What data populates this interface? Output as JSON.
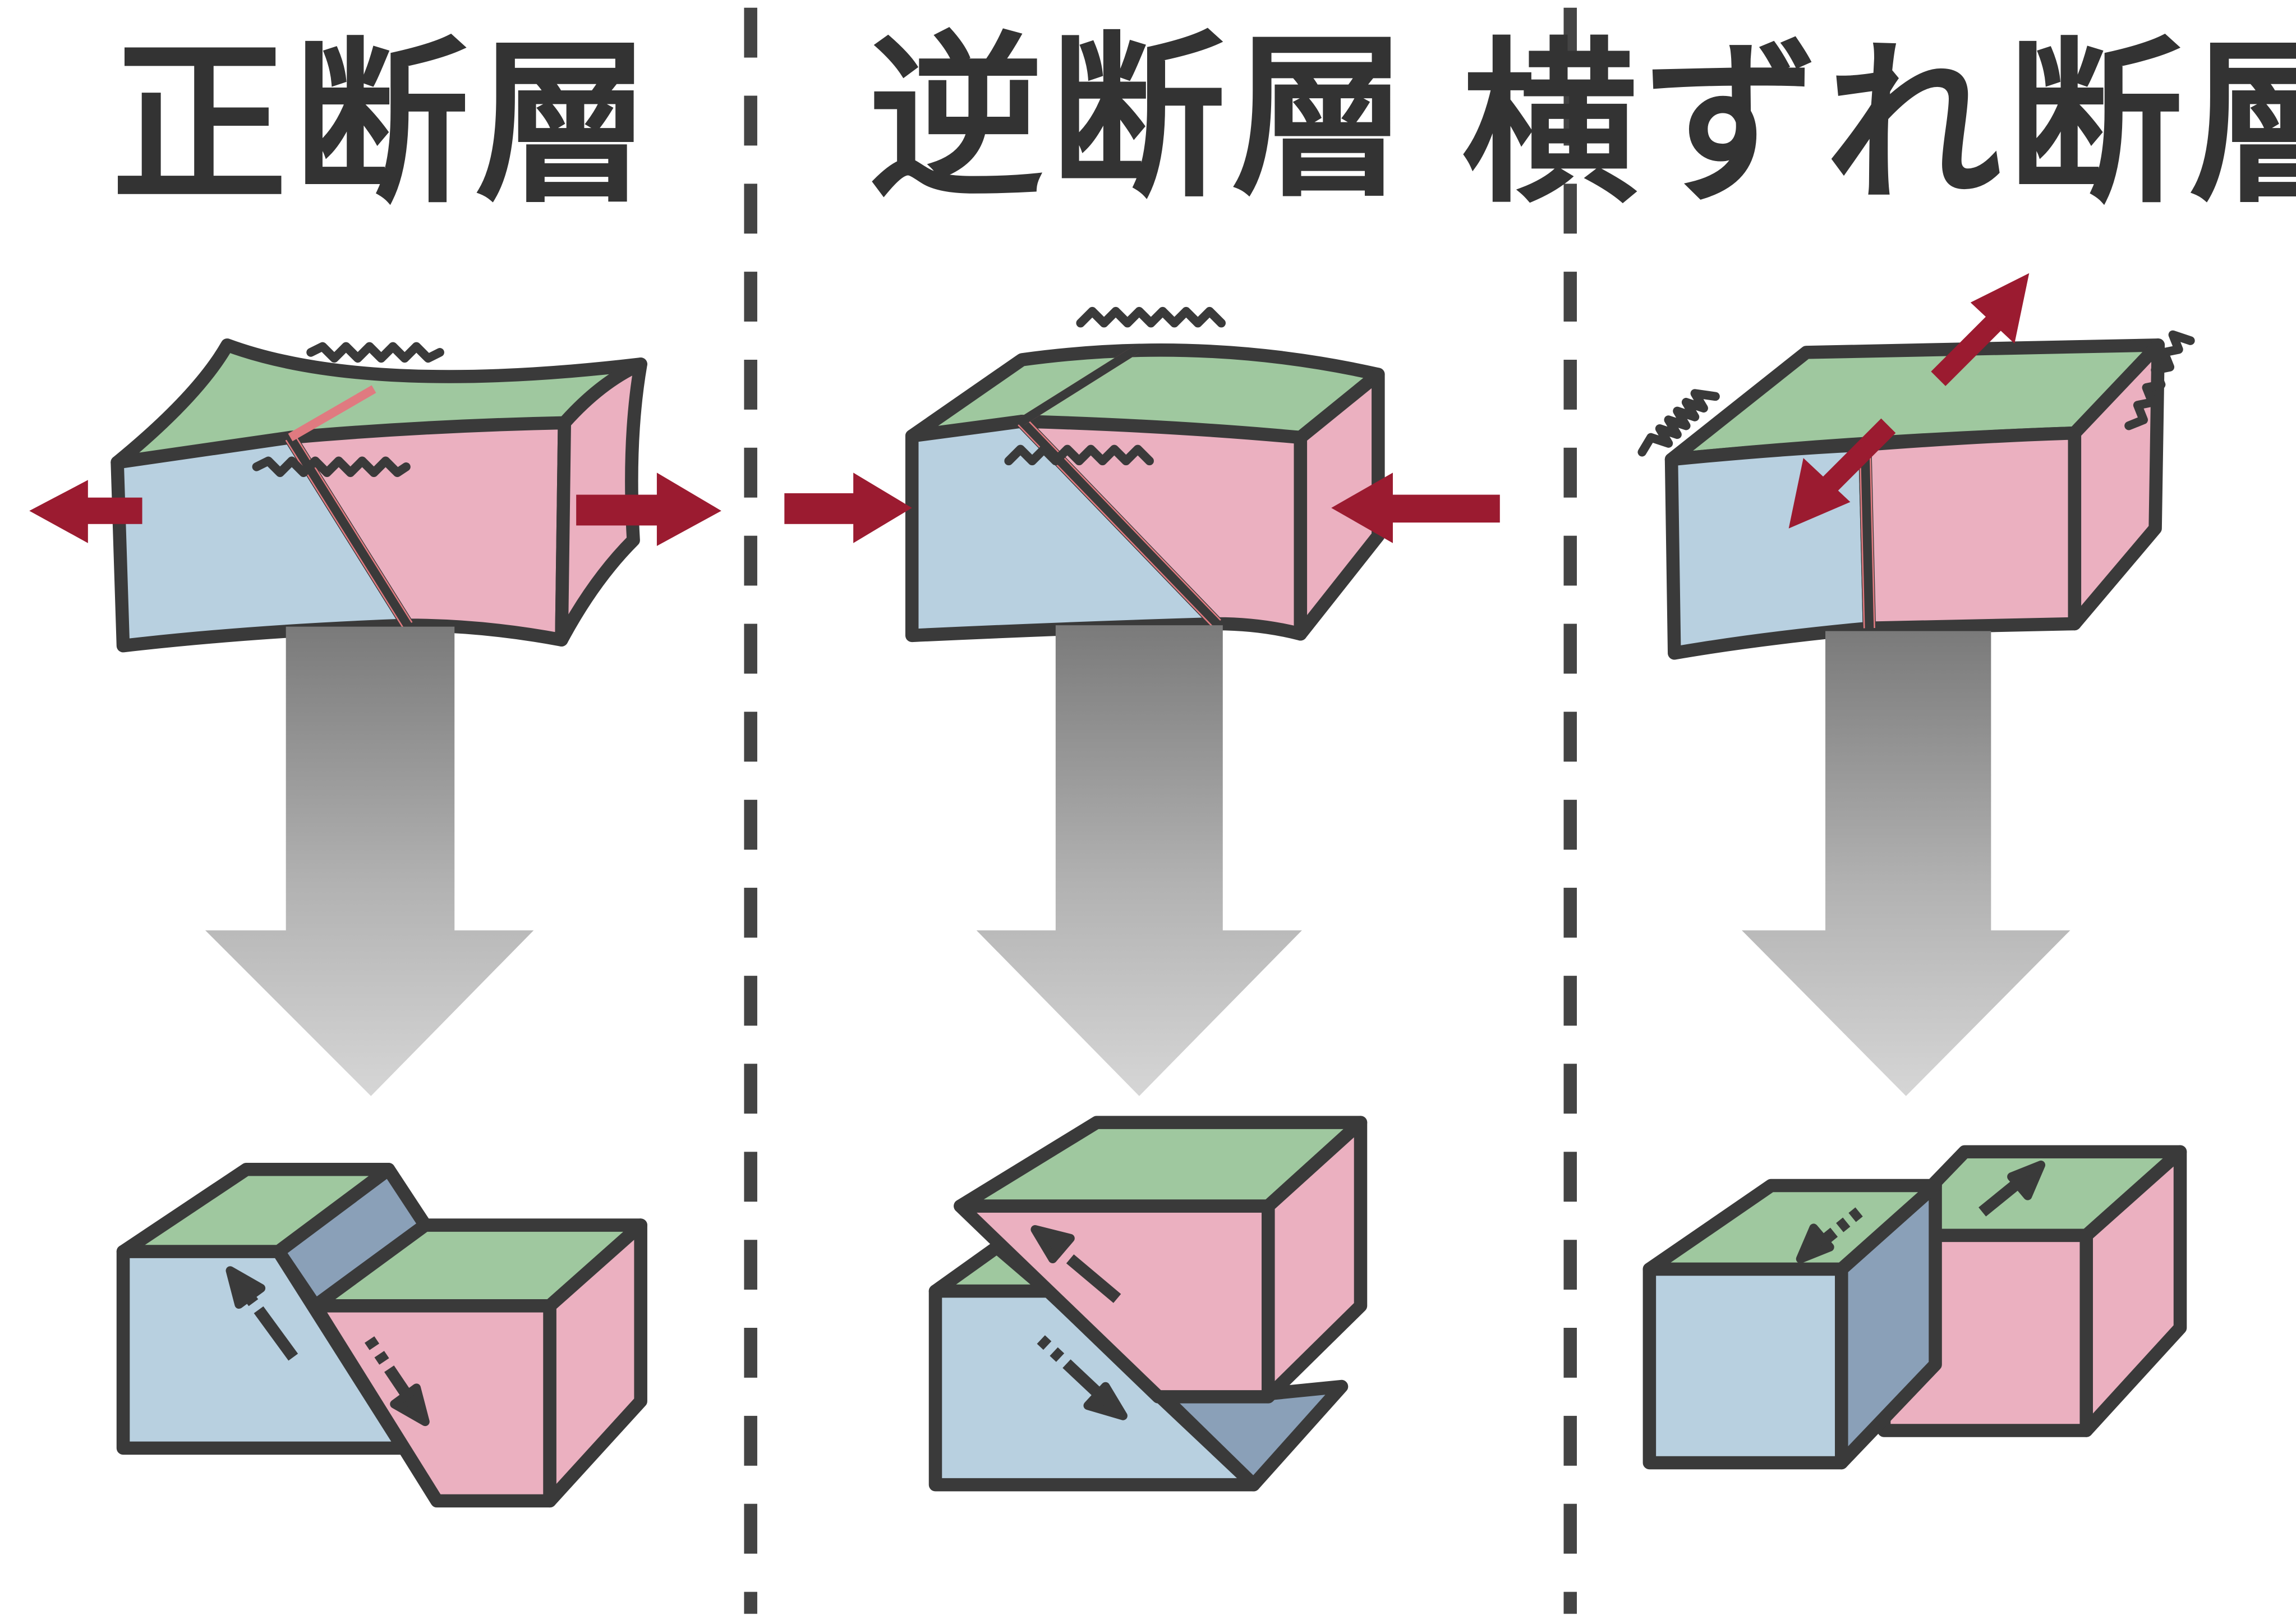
{
  "panels": [
    {
      "title": "正断層"
    },
    {
      "title": "逆断層"
    },
    {
      "title": "横ずれ断層"
    }
  ],
  "colors": {
    "top_face": "#9fc89f",
    "left_block": "#b8d0e0",
    "right_block": "#ebb0c0",
    "fault_plane": "#8aa0b8",
    "force_arrow": "#9b1b30",
    "motion_arrow": "#3a3a3a",
    "outline": "#3a3a3a"
  },
  "icons": {
    "force_arrow": "force-arrow-icon",
    "process_arrow": "process-arrow-icon",
    "shaking": "shaking-wave-icon"
  }
}
